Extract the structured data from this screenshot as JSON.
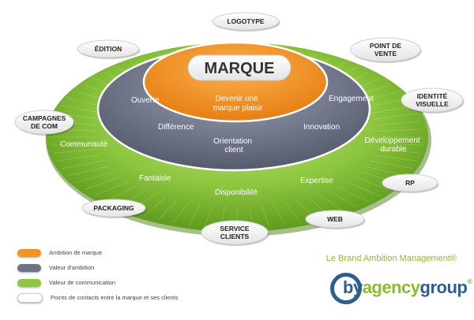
{
  "brand": {
    "title": "MARQUE",
    "ambition": "Devenir une marque plaisir"
  },
  "ambition_values": [
    "Ouverte",
    "Engagement",
    "Différence",
    "Innovation",
    "Orientation client"
  ],
  "communication_values": [
    "Communauté",
    "Développement durable",
    "Fantaisie",
    "Disponibilité",
    "Expertise"
  ],
  "touchpoints": [
    "LOGOTYPE",
    "ÉDITION",
    "POINT DE VENTE",
    "IDENTITÉ VISUELLE",
    "CAMPAGNES DE COM",
    "RP",
    "PACKAGING",
    "WEB",
    "SERVICE CLIENTS"
  ],
  "legend": {
    "items": [
      {
        "label": "Ambition de marque",
        "color": "#f39322"
      },
      {
        "label": "Valeur d'ambition",
        "color": "#6e7386"
      },
      {
        "label": "Valeur de communication",
        "color": "#8dc63f"
      },
      {
        "label": "Points de contacts entre la marque et ses clients",
        "color": "#ffffff"
      }
    ]
  },
  "tagline": "Le Brand Ambition Management®",
  "logo": {
    "by": "by",
    "agency": "agency",
    "group": "group",
    "reg": "®"
  },
  "colors": {
    "green": "#8dc63f",
    "gray": "#6e7386",
    "orange": "#f39322",
    "brand_blue": "#2e5e8f"
  }
}
